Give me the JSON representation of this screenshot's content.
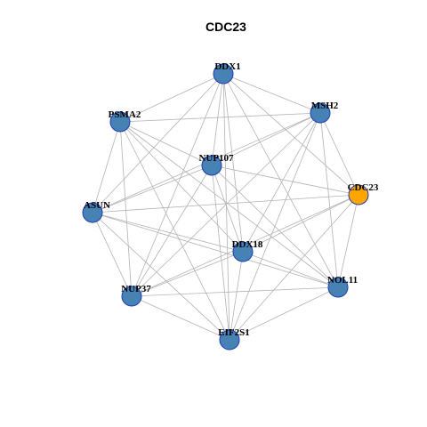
{
  "title": "CDC23",
  "colors": {
    "node_default": "#4682b4",
    "node_focus": "#ffa500",
    "node_stroke": "#1e3cb4",
    "edge": "#b3b3b3"
  },
  "nodes": [
    {
      "id": "DDX1",
      "label": "DDX1",
      "focus": false
    },
    {
      "id": "MSH2",
      "label": "MSH2",
      "focus": false
    },
    {
      "id": "PSMA2",
      "label": "PSMA2",
      "focus": false
    },
    {
      "id": "NUP107",
      "label": "NUP107",
      "focus": false
    },
    {
      "id": "CDC23",
      "label": "CDC23",
      "focus": true
    },
    {
      "id": "ASUN",
      "label": "ASUN",
      "focus": false
    },
    {
      "id": "DDX18",
      "label": "DDX18",
      "focus": false
    },
    {
      "id": "NOL11",
      "label": "NOL11",
      "focus": false
    },
    {
      "id": "NUP37",
      "label": "NUP37",
      "focus": false
    },
    {
      "id": "EIF2S1",
      "label": "EIF2S1",
      "focus": false
    }
  ],
  "edges": [
    [
      "DDX1",
      "PSMA2"
    ],
    [
      "DDX1",
      "MSH2"
    ],
    [
      "DDX1",
      "NUP107"
    ],
    [
      "DDX1",
      "ASUN"
    ],
    [
      "DDX1",
      "DDX18"
    ],
    [
      "DDX1",
      "NOL11"
    ],
    [
      "DDX1",
      "NUP37"
    ],
    [
      "DDX1",
      "EIF2S1"
    ],
    [
      "DDX1",
      "CDC23"
    ],
    [
      "PSMA2",
      "NUP107"
    ],
    [
      "PSMA2",
      "ASUN"
    ],
    [
      "PSMA2",
      "DDX18"
    ],
    [
      "PSMA2",
      "NOL11"
    ],
    [
      "PSMA2",
      "NUP37"
    ],
    [
      "PSMA2",
      "EIF2S1"
    ],
    [
      "PSMA2",
      "MSH2"
    ],
    [
      "MSH2",
      "CDC23"
    ],
    [
      "MSH2",
      "NUP107"
    ],
    [
      "MSH2",
      "ASUN"
    ],
    [
      "MSH2",
      "DDX18"
    ],
    [
      "MSH2",
      "NOL11"
    ],
    [
      "MSH2",
      "NUP37"
    ],
    [
      "MSH2",
      "EIF2S1"
    ],
    [
      "NUP107",
      "ASUN"
    ],
    [
      "NUP107",
      "CDC23"
    ],
    [
      "NUP107",
      "DDX18"
    ],
    [
      "NUP107",
      "NOL11"
    ],
    [
      "NUP107",
      "NUP37"
    ],
    [
      "NUP107",
      "EIF2S1"
    ],
    [
      "ASUN",
      "CDC23"
    ],
    [
      "ASUN",
      "DDX18"
    ],
    [
      "ASUN",
      "NOL11"
    ],
    [
      "ASUN",
      "NUP37"
    ],
    [
      "ASUN",
      "EIF2S1"
    ],
    [
      "CDC23",
      "DDX18"
    ],
    [
      "CDC23",
      "NOL11"
    ],
    [
      "CDC23",
      "NUP37"
    ],
    [
      "CDC23",
      "EIF2S1"
    ],
    [
      "DDX18",
      "NOL11"
    ],
    [
      "DDX18",
      "NUP37"
    ],
    [
      "DDX18",
      "EIF2S1"
    ],
    [
      "NUP37",
      "NOL11"
    ],
    [
      "NUP37",
      "EIF2S1"
    ],
    [
      "NOL11",
      "EIF2S1"
    ]
  ]
}
